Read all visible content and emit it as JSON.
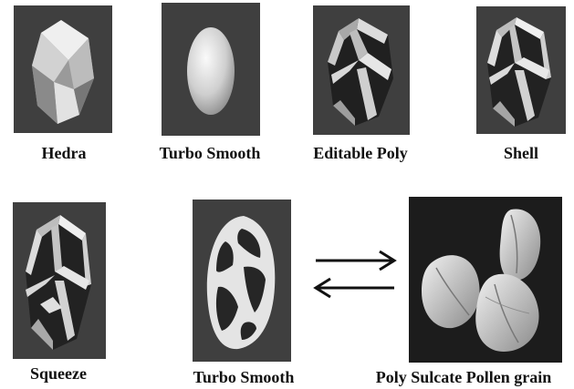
{
  "figure": {
    "row1": [
      {
        "label": "Hedra",
        "model": "faceted-ovoid"
      },
      {
        "label": "Turbo Smooth",
        "model": "smooth-ellipsoid"
      },
      {
        "label": "Editable Poly",
        "model": "open-frame"
      },
      {
        "label": "Shell",
        "model": "thickened-frame"
      }
    ],
    "row2": [
      {
        "label": "Squeeze",
        "model": "squeezed-frame"
      },
      {
        "label": "Turbo Smooth",
        "model": "smoothed-frame"
      },
      {
        "label": "Poly Sulcate Pollen grain",
        "model": "sem-pollen-photo"
      }
    ],
    "arrow_symbol": "equilibrium-arrows"
  },
  "colors": {
    "tile_bg": "#3f3f3f",
    "model_light": "#e9e9e9",
    "model_mid": "#b8b8b8",
    "model_dark": "#7d7d7d",
    "photo_bg": "#1c1c1c"
  }
}
